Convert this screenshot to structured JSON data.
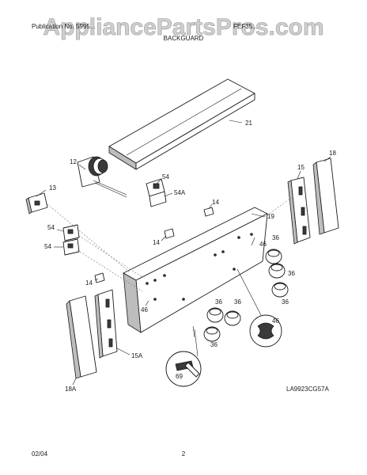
{
  "header": {
    "watermark": "AppliancePartsPros.com",
    "left_text": "Publication No. 5995...",
    "right_text": "FEF35...",
    "section_title": "BACKGUARD"
  },
  "callouts": {
    "c21": "21",
    "c12": "12",
    "c13": "13",
    "c54_top": "54",
    "c54a": "54A",
    "c14_a": "14",
    "c19": "19",
    "c15": "15",
    "c18": "18",
    "c54_b": "54",
    "c54_c": "54",
    "c14_b": "14",
    "c46_a": "46",
    "c36_a": "36",
    "c36_b": "36",
    "c14_c": "14",
    "c46_b": "46",
    "c36_c": "36",
    "c36_d": "36",
    "c36_e": "36",
    "c46_c": "46",
    "c36_f": "36",
    "c15a": "15A",
    "c69": "69",
    "c18a": "18A"
  },
  "footer": {
    "drawing_code": "LA9923CG57A",
    "date": "02/04",
    "page": "2"
  }
}
